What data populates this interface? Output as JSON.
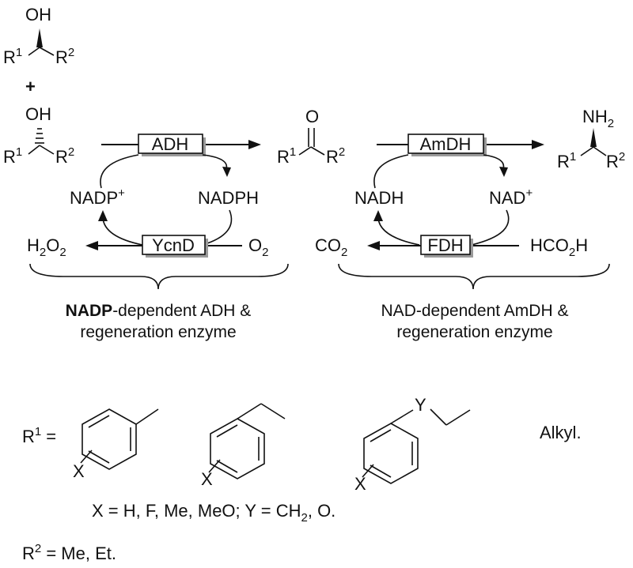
{
  "top_alcohol_1": {
    "oh": "OH",
    "r1": "R",
    "r1_sup": "1",
    "r2": "R",
    "r2_sup": "2"
  },
  "plus": "+",
  "top_alcohol_2": {
    "oh": "OH",
    "r1": "R",
    "r1_sup": "1",
    "r2": "R",
    "r2_sup": "2"
  },
  "ketone": {
    "o": "O",
    "r1": "R",
    "r1_sup": "1",
    "r2": "R",
    "r2_sup": "2"
  },
  "amine": {
    "nh": "NH",
    "nh_sub": "2",
    "r1": "R",
    "r1_sup": "1",
    "r2": "R",
    "r2_sup": "2"
  },
  "left_cycle": {
    "enzyme_top": "ADH",
    "enzyme_bottom": "YcnD",
    "cofactor_left": "NADP",
    "cofactor_left_sup": "+",
    "cofactor_right": "NADPH",
    "product_left": "H",
    "product_left_sub1": "2",
    "product_left_mid": "O",
    "product_left_sub2": "2",
    "reagent_right": "O",
    "reagent_right_sub": "2",
    "caption_bold": "NADP",
    "caption_rest_line1": "-dependent ADH &",
    "caption_line2": "regeneration enzyme"
  },
  "right_cycle": {
    "enzyme_top": "AmDH",
    "enzyme_bottom": "FDH",
    "cofactor_left": "NADH",
    "cofactor_right": "NAD",
    "cofactor_right_sup": "+",
    "product_left": "CO",
    "product_left_sub": "2",
    "reagent_right": "HCO",
    "reagent_right_sub": "2",
    "reagent_right_tail": "H",
    "caption_line1": "NAD-dependent AmDH &",
    "caption_line2": "regeneration enzyme"
  },
  "substituents": {
    "r1_label": "R",
    "r1_sup": "1",
    "equals": "=",
    "x_label": "X",
    "y_label": "Y",
    "alkyl": "Alkyl.",
    "x_def_prefix": "X = H, F, Me, MeO; Y = CH",
    "x_def_sub": "2",
    "x_def_suffix": ", O.",
    "r2_label": "R",
    "r2_sup": "2",
    "r2_def": " = Me, Et."
  }
}
